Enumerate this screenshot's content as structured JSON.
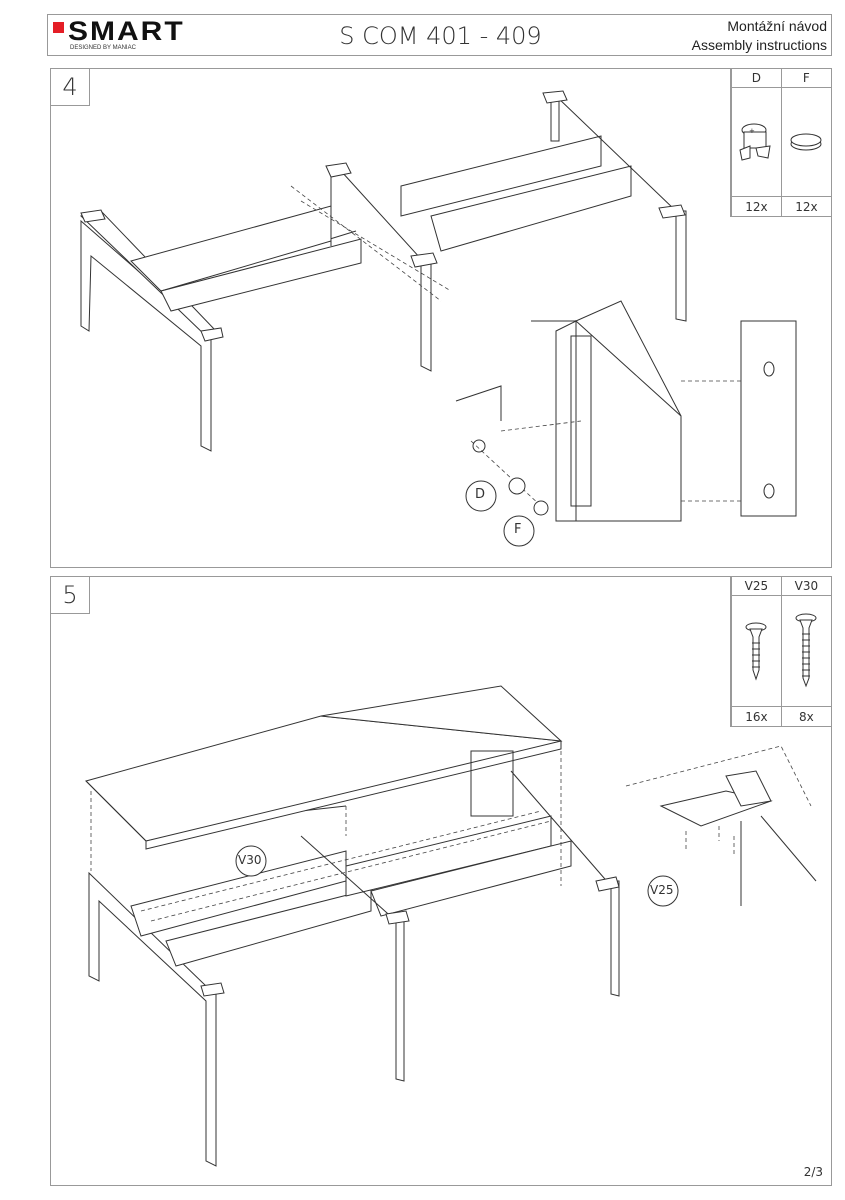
{
  "header": {
    "logo": "SMART",
    "logo_subtitle": "DESIGNED BY MANIAC",
    "title": "S COM 401 - 409",
    "subtitle_cz": "Montážní návod",
    "subtitle_en": "Assembly instructions"
  },
  "steps": [
    {
      "number": "4",
      "parts": [
        {
          "code": "D",
          "qty": "12x",
          "icon": "cam-lock-icon"
        },
        {
          "code": "F",
          "qty": "12x",
          "icon": "cover-cap-icon"
        }
      ],
      "callouts": [
        "D",
        "F"
      ]
    },
    {
      "number": "5",
      "parts": [
        {
          "code": "V25",
          "qty": "16x",
          "icon": "screw-icon"
        },
        {
          "code": "V30",
          "qty": "8x",
          "icon": "screw-icon"
        }
      ],
      "callouts": [
        "V30",
        "V25"
      ]
    }
  ],
  "page_number": "2/3",
  "colors": {
    "brand": "#e41e26",
    "line": "#333333",
    "border": "#999999"
  }
}
